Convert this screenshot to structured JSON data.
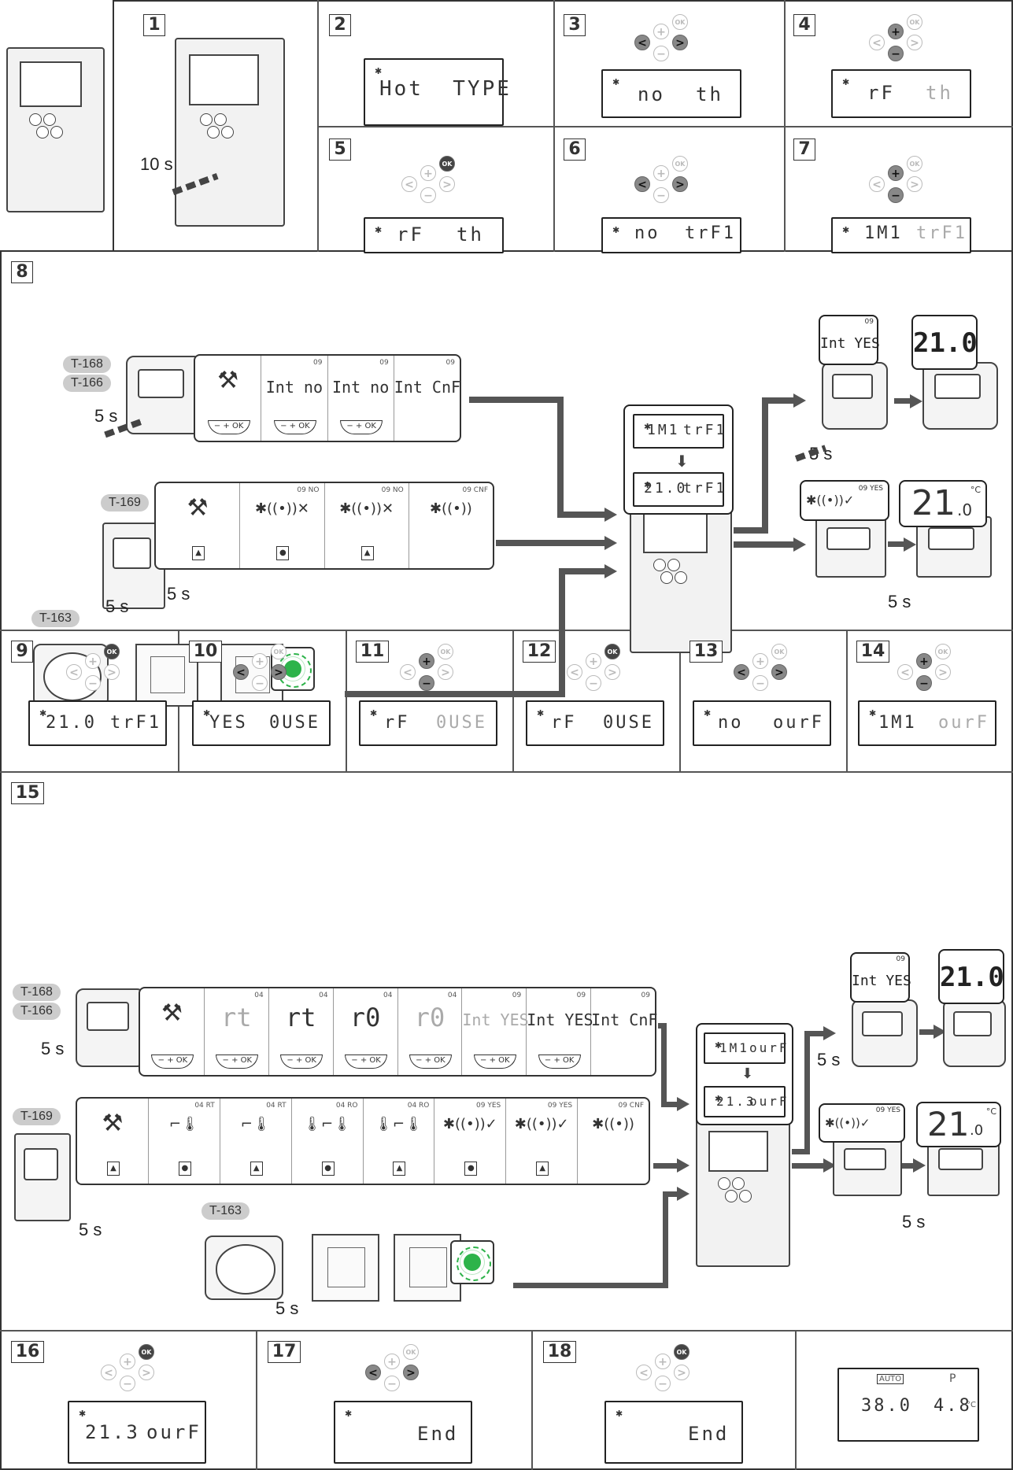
{
  "steps": {
    "s1": {
      "num": "1",
      "time": "10 s"
    },
    "s2": {
      "num": "2",
      "display": "Hot  TYPE"
    },
    "s3": {
      "num": "3",
      "left": "no",
      "right": "th"
    },
    "s4": {
      "num": "4",
      "left": "rF",
      "right": "th"
    },
    "s5": {
      "num": "5",
      "left": "rF",
      "right": "th"
    },
    "s6": {
      "num": "6",
      "left": "no",
      "right": "trF1"
    },
    "s7": {
      "num": "7",
      "left": "1M1",
      "right": "trF1"
    },
    "s8": {
      "num": "8",
      "label_a1": "T-168",
      "label_a2": "T-166",
      "label_b": "T-169",
      "label_c": "T-163",
      "secs": "5 s",
      "strip_a": [
        "Int no",
        "Int no",
        "Int CnF"
      ],
      "strip_a_small": "09",
      "strip_b_small": [
        "09 NO",
        "09 NO",
        "09 CNF"
      ],
      "controller_top": [
        "1M1",
        "trF1"
      ],
      "controller_bottom": [
        "21.0",
        "trF1"
      ],
      "bubble_a1": "Int YES",
      "bubble_a2": "21.0",
      "bubble_b1_small": "09 YES",
      "bubble_b2": "21",
      "bubble_b2_dec": ".0",
      "bubble_b2_unit": "°C"
    },
    "s9": {
      "num": "9",
      "left": "21.0",
      "right": "trF1"
    },
    "s10": {
      "num": "10",
      "left": "YES",
      "right": "0USE"
    },
    "s11": {
      "num": "11",
      "left": "rF",
      "right": "0USE"
    },
    "s12": {
      "num": "12",
      "left": "rF",
      "right": "0USE"
    },
    "s13": {
      "num": "13",
      "left": "no",
      "right": "ourF"
    },
    "s14": {
      "num": "14",
      "left": "1M1",
      "right": "ourF"
    },
    "s15": {
      "num": "15",
      "label_a1": "T-168",
      "label_a2": "T-166",
      "label_b": "T-169",
      "label_c": "T-163",
      "secs": "5 s",
      "strip_a": [
        "rt",
        "rt",
        "r0",
        "r0",
        "Int YES",
        "Int YES",
        "Int CnF"
      ],
      "strip_a_small": [
        "04",
        "04",
        "04",
        "04",
        "09",
        "09",
        "09"
      ],
      "strip_b_small": [
        "04 RT",
        "04 RT",
        "04 RO",
        "04 RO",
        "09 YES",
        "09 YES",
        "09 CNF"
      ],
      "controller_top": [
        "1M1",
        "ourF"
      ],
      "controller_bottom": [
        "21.3",
        "ourF"
      ],
      "bubble_a1": "Int YES",
      "bubble_a2": "21.0",
      "bubble_b1_small": "09 YES",
      "bubble_b2": "21",
      "bubble_b2_dec": ".0",
      "bubble_b2_unit": "°C"
    },
    "s16": {
      "num": "16",
      "left": "21.3",
      "right": "ourF"
    },
    "s17": {
      "num": "17",
      "right": "End"
    },
    "s18": {
      "num": "18",
      "right": "End",
      "overview_mode": "AUTO",
      "overview_left": "38.0",
      "overview_right": "4.8",
      "overview_unit": "°C",
      "overview_p": "P"
    }
  },
  "buttons": {
    "left": "<",
    "right": ">",
    "plus": "+",
    "minus": "−",
    "ok": "OK"
  },
  "icons": {
    "tools": "tools-icon",
    "antenna": "antenna-icon",
    "snowflake": "snowflake-icon"
  }
}
